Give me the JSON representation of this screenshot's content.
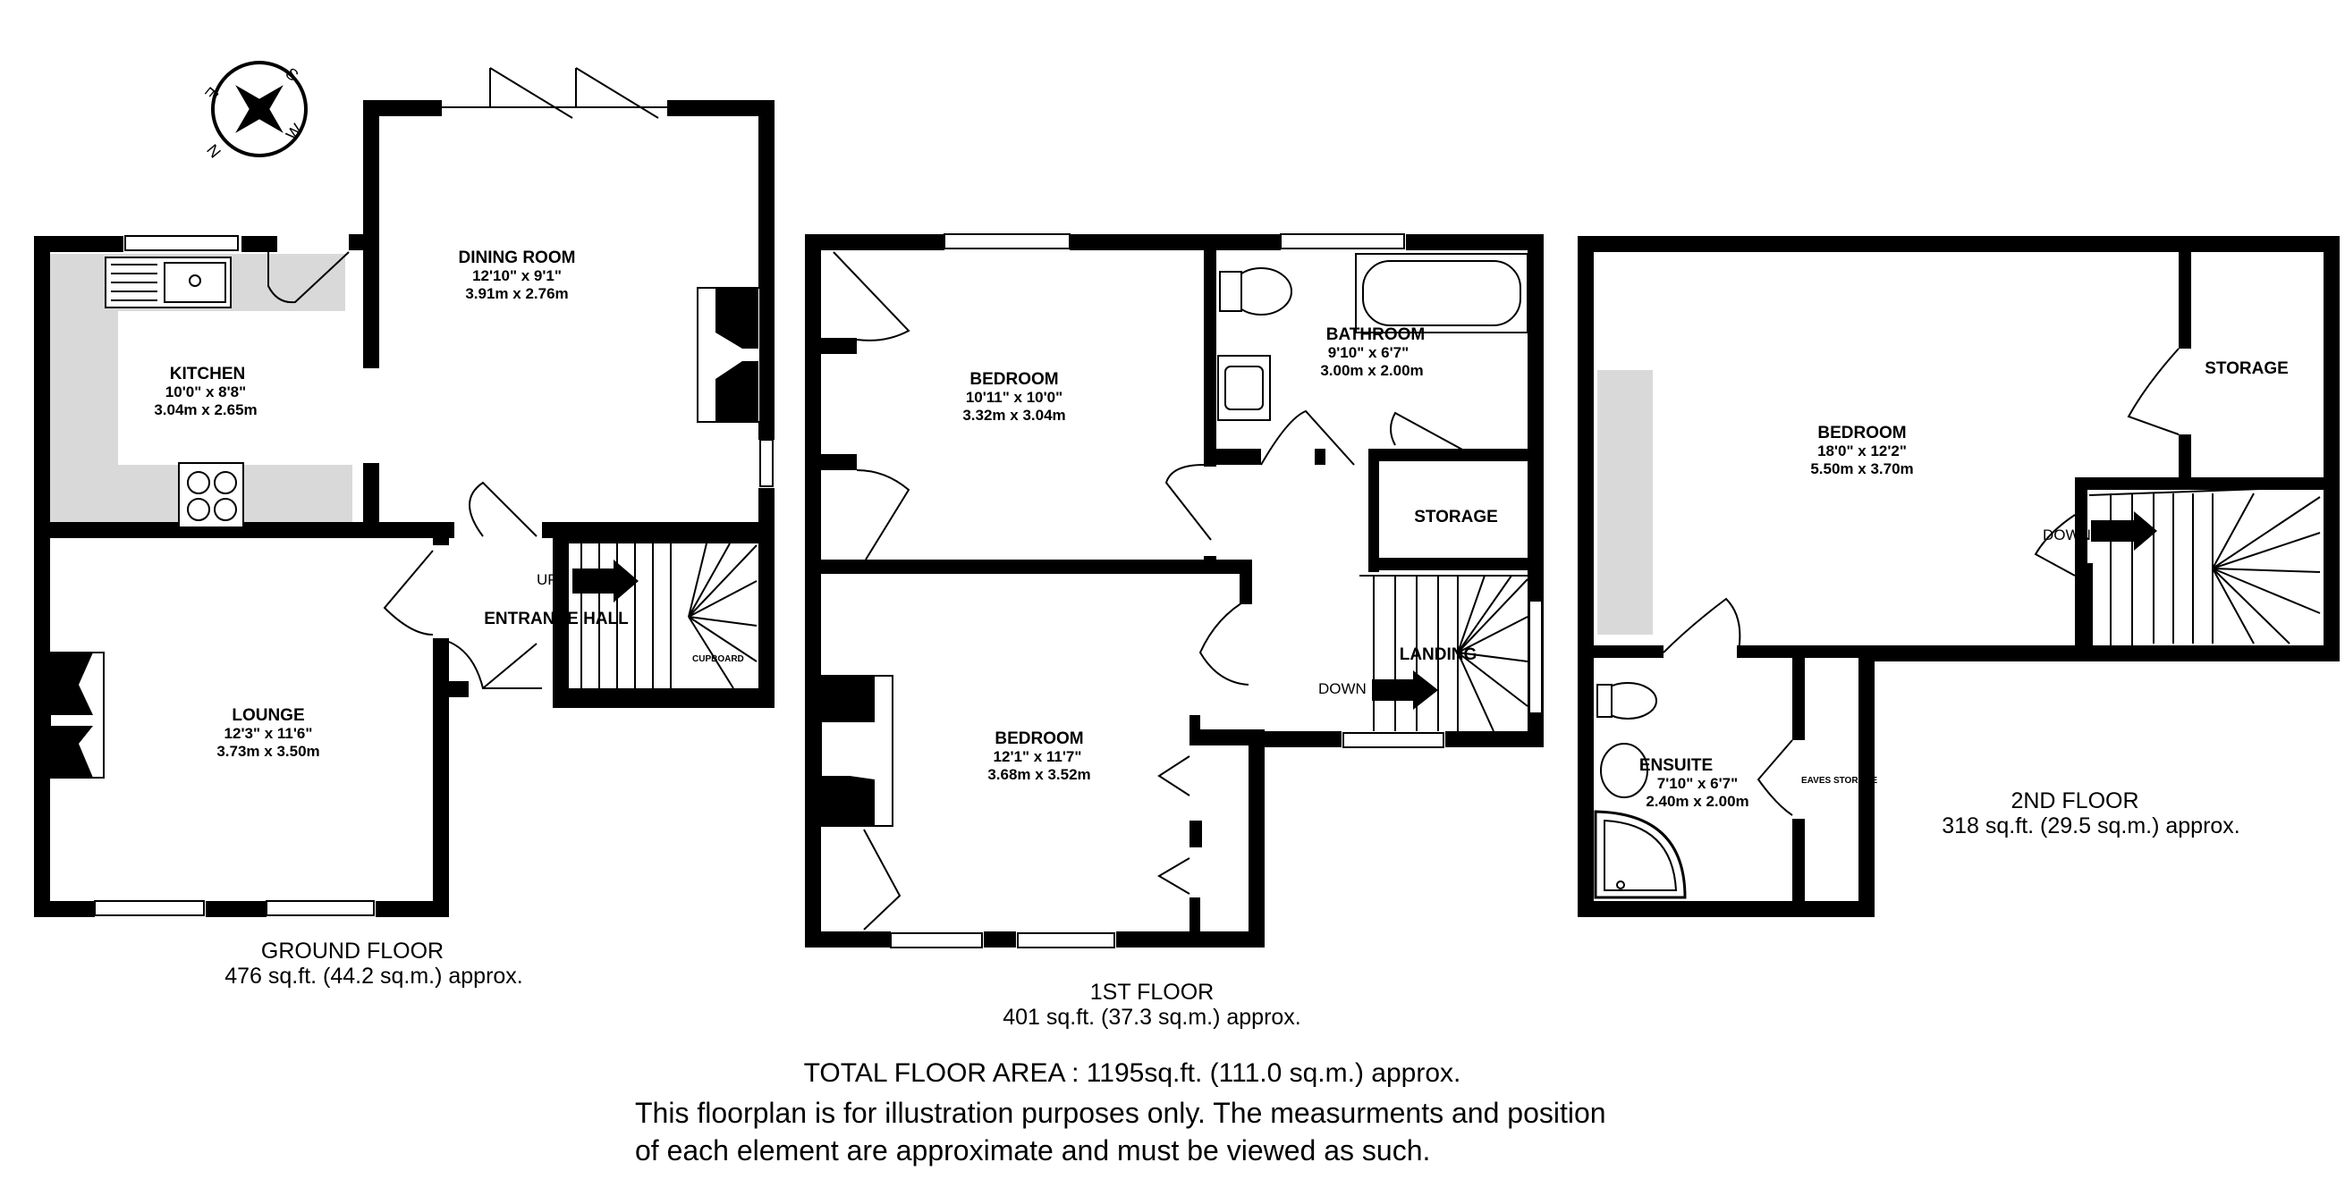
{
  "compass": {
    "letters": [
      "S",
      "W",
      "N",
      "E"
    ]
  },
  "ground_floor": {
    "title": "GROUND FLOOR",
    "area": "476 sq.ft. (44.2 sq.m.) approx.",
    "rooms": {
      "kitchen": {
        "name": "KITCHEN",
        "imperial": "10'0\" x 8'8\"",
        "metric": "3.04m  x 2.65m"
      },
      "dining": {
        "name": "DINING ROOM",
        "imperial": "12'10\" x 9'1\"",
        "metric": "3.91m  x 2.76m"
      },
      "lounge": {
        "name": "LOUNGE",
        "imperial": "12'3\" x 11'6\"",
        "metric": "3.73m  x 3.50m"
      },
      "hall": {
        "name": "ENTRANCE HALL"
      }
    },
    "stair_up": "UP",
    "cupboard": "CUPBOARD"
  },
  "first_floor": {
    "title": "1ST FLOOR",
    "area": "401 sq.ft. (37.3 sq.m.) approx.",
    "rooms": {
      "bedroom_a": {
        "name": "BEDROOM",
        "imperial": "10'11\" x 10'0\"",
        "metric": "3.32m  x 3.04m"
      },
      "bedroom_b": {
        "name": "BEDROOM",
        "imperial": "12'1\" x 11'7\"",
        "metric": "3.68m  x 3.52m"
      },
      "bathroom": {
        "name": "BATHROOM",
        "imperial": "9'10\" x 6'7\"",
        "metric": "3.00m  x 2.00m"
      },
      "storage": {
        "name": "STORAGE"
      },
      "landing": {
        "name": "LANDING"
      }
    },
    "stair_down": "DOWN"
  },
  "second_floor": {
    "title": "2ND FLOOR",
    "area": "318 sq.ft. (29.5 sq.m.) approx.",
    "rooms": {
      "bedroom": {
        "name": "BEDROOM",
        "imperial": "18'0\" x 12'2\"",
        "metric": "5.50m  x 3.70m"
      },
      "storage": {
        "name": "STORAGE"
      },
      "ensuite": {
        "name": "ENSUITE",
        "imperial": "7'10\" x 6'7\"",
        "metric": "2.40m  x 2.00m"
      },
      "eaves": {
        "name": "EAVES STORAGE"
      }
    },
    "stair_down": "DOWN"
  },
  "footer": {
    "total": "TOTAL FLOOR AREA : 1195sq.ft. (111.0 sq.m.) approx.",
    "disclaimer_1": "This floorplan is for illustration purposes only. The measurments and position",
    "disclaimer_2": "of each element are approximate and must be viewed as such."
  }
}
